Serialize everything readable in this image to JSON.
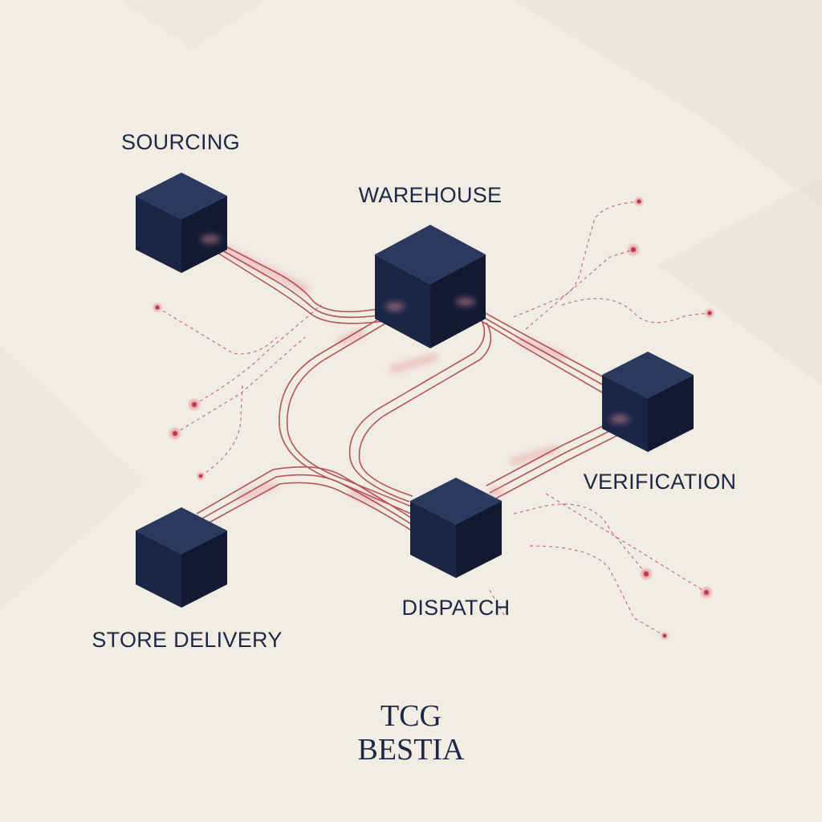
{
  "nodes": [
    {
      "id": "sourcing",
      "label": "SOURCING"
    },
    {
      "id": "warehouse",
      "label": "WAREHOUSE"
    },
    {
      "id": "verification",
      "label": "VERIFICATION"
    },
    {
      "id": "dispatch",
      "label": "DISPATCH"
    },
    {
      "id": "store-delivery",
      "label": "STORE DELIVERY"
    }
  ],
  "brand": {
    "line1": "TCG",
    "line2": "BESTIA"
  },
  "colors": {
    "background": "#f1ede3",
    "cube_top": "#2b3960",
    "cube_left": "#1b2647",
    "cube_right": "#121a33",
    "link": "#a93a4a",
    "glow": "#e98a97",
    "text": "#1d2747"
  }
}
